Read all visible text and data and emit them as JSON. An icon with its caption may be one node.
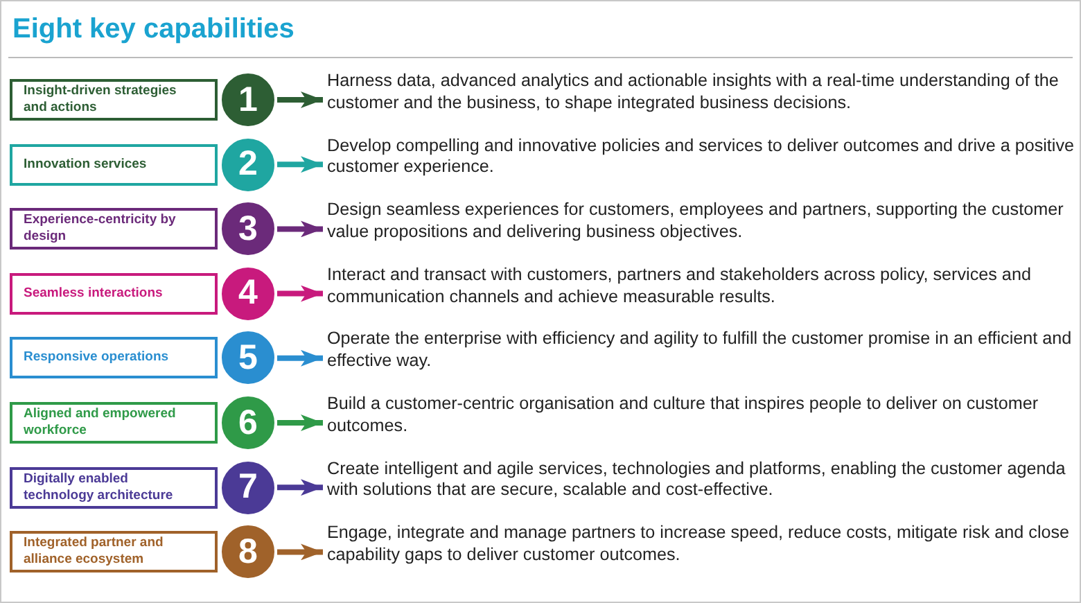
{
  "diagram": {
    "title": "Eight key capabilities",
    "nodes": [
      {
        "text": [
          "Insight-driven strategies and actions"
        ]
      },
      {
        "text": [
          "1"
        ]
      },
      {
        "text": [
          "Harness data, advanced analytics and actionable insights with a real-time understanding of the customer and the business, to shape integrated business decisions."
        ]
      },
      {
        "text": [
          "Innovation services"
        ]
      },
      {
        "text": [
          "2"
        ]
      },
      {
        "text": [
          "Develop compelling and innovative policies and services to deliver outcomes and drive a positive customer experience."
        ]
      },
      {
        "text": [
          "Experience-centricity by design"
        ]
      },
      {
        "text": [
          "3"
        ]
      },
      {
        "text": [
          "Design seamless experiences for customers, employees and partners, supporting the customer value propositions and delivering business objectives."
        ]
      },
      {
        "text": [
          "Seamless interactions"
        ]
      },
      {
        "text": [
          "4"
        ]
      },
      {
        "text": [
          "Interact and transact with customers, partners and stakeholders across policy, services and communication channels and achieve measurable results."
        ]
      },
      {
        "text": [
          "Responsive operations"
        ]
      },
      {
        "text": [
          "5"
        ]
      },
      {
        "text": [
          "Operate the enterprise with efficiency and agility to fulfill the customer promise in an efficient and effective way."
        ]
      },
      {
        "text": [
          "Aligned and empowered workforce"
        ]
      },
      {
        "text": [
          "6"
        ]
      },
      {
        "text": [
          "Build a customer-centric organisation and culture that inspires people to deliver on customer outcomes."
        ]
      },
      {
        "text": [
          "Digitally enabled technology architecture"
        ]
      },
      {
        "text": [
          "7"
        ]
      },
      {
        "text": [
          "Create intelligent and agile services, technologies and platforms, enabling the customer agenda with solutions that are secure, scalable and cost-effective."
        ]
      },
      {
        "text": [
          "Integrated partner and alliance ecosystem"
        ]
      },
      {
        "text": [
          "8"
        ]
      },
      {
        "text": [
          "Engage, integrate and manage partners to increase speed, reduce costs, mitigate risk and close capability gaps to deliver customer outcomes."
        ]
      }
    ],
    "edges": [
      {
        "from": 1,
        "to": 2,
        "arrow": "to",
        "color": "#2d5e34"
      },
      {
        "from": 4,
        "to": 5,
        "arrow": "to",
        "color": "#1fa6a1"
      },
      {
        "from": 7,
        "to": 8,
        "arrow": "to",
        "color": "#6b2a7a"
      },
      {
        "from": 10,
        "to": 11,
        "arrow": "to",
        "color": "#c81a7d"
      },
      {
        "from": 13,
        "to": 14,
        "arrow": "to",
        "color": "#2a8ed0"
      },
      {
        "from": 16,
        "to": 17,
        "arrow": "to",
        "color": "#2f9a48"
      },
      {
        "from": 19,
        "to": 20,
        "arrow": "to",
        "color": "#4b3a96"
      },
      {
        "from": 22,
        "to": 23,
        "arrow": "to",
        "color": "#a0622a"
      }
    ]
  }
}
